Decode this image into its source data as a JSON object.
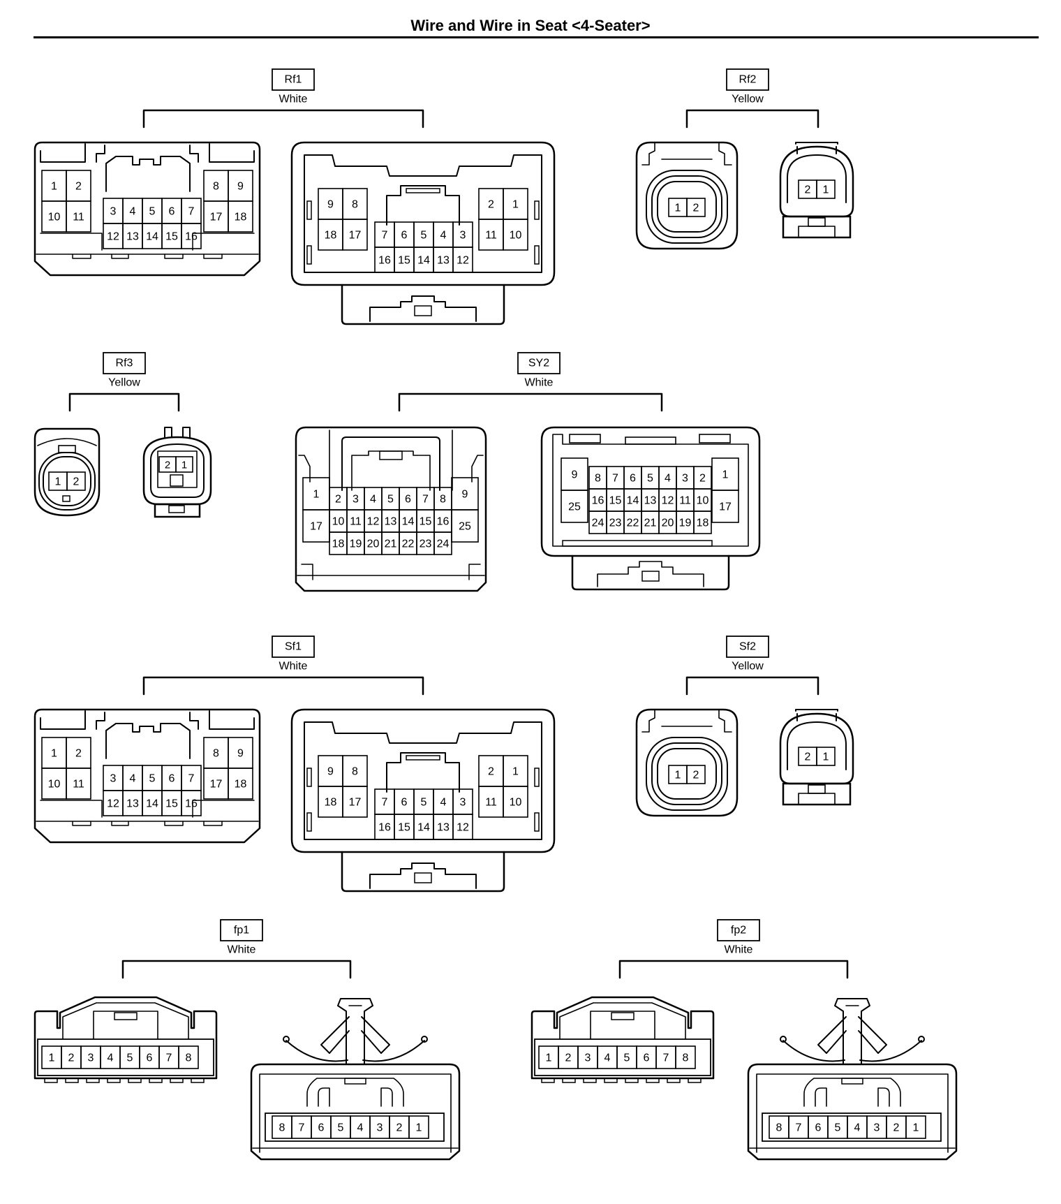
{
  "title": "Wire and Wire in Seat <4-Seater>",
  "colors": {
    "line": "#000000",
    "background": "#ffffff"
  },
  "connectors": {
    "rf1": {
      "code": "Rf1",
      "color": "White",
      "left": {
        "rows": [
          [
            "1",
            "2",
            "8",
            "9"
          ],
          [
            "10",
            "11",
            "17",
            "18"
          ]
        ],
        "center": [
          [
            "3",
            "4",
            "5",
            "6",
            "7"
          ],
          [
            "12",
            "13",
            "14",
            "15",
            "16"
          ]
        ]
      },
      "right": {
        "rows": [
          [
            "9",
            "8",
            "2",
            "1"
          ],
          [
            "18",
            "17",
            "11",
            "10"
          ]
        ],
        "center": [
          [
            "7",
            "6",
            "5",
            "4",
            "3"
          ],
          [
            "16",
            "15",
            "14",
            "13",
            "12"
          ]
        ]
      }
    },
    "rf2": {
      "code": "Rf2",
      "color": "Yellow",
      "left": [
        "1",
        "2"
      ],
      "right": [
        "2",
        "1"
      ]
    },
    "rf3": {
      "code": "Rf3",
      "color": "Yellow",
      "left": [
        "1",
        "2"
      ],
      "right": [
        "2",
        "1"
      ]
    },
    "sy2": {
      "code": "SY2",
      "color": "White",
      "left": {
        "side_l": [
          "1",
          "17"
        ],
        "rows": [
          [
            "2",
            "3",
            "4",
            "5",
            "6",
            "7",
            "8"
          ],
          [
            "10",
            "11",
            "12",
            "13",
            "14",
            "15",
            "16"
          ],
          [
            "18",
            "19",
            "20",
            "21",
            "22",
            "23",
            "24"
          ]
        ],
        "side_r": [
          "9",
          "25"
        ]
      },
      "right": {
        "side_l": [
          "9",
          "25"
        ],
        "rows": [
          [
            "8",
            "7",
            "6",
            "5",
            "4",
            "3",
            "2"
          ],
          [
            "16",
            "15",
            "14",
            "13",
            "12",
            "11",
            "10"
          ],
          [
            "24",
            "23",
            "22",
            "21",
            "20",
            "19",
            "18"
          ]
        ],
        "side_r": [
          "1",
          "17"
        ]
      }
    },
    "sf1": {
      "code": "Sf1",
      "color": "White",
      "left": {
        "rows": [
          [
            "1",
            "2",
            "8",
            "9"
          ],
          [
            "10",
            "11",
            "17",
            "18"
          ]
        ],
        "center": [
          [
            "3",
            "4",
            "5",
            "6",
            "7"
          ],
          [
            "12",
            "13",
            "14",
            "15",
            "16"
          ]
        ]
      },
      "right": {
        "rows": [
          [
            "9",
            "8",
            "2",
            "1"
          ],
          [
            "18",
            "17",
            "11",
            "10"
          ]
        ],
        "center": [
          [
            "7",
            "6",
            "5",
            "4",
            "3"
          ],
          [
            "16",
            "15",
            "14",
            "13",
            "12"
          ]
        ]
      }
    },
    "sf2": {
      "code": "Sf2",
      "color": "Yellow",
      "left": [
        "1",
        "2"
      ],
      "right": [
        "2",
        "1"
      ]
    },
    "fp1": {
      "code": "fp1",
      "color": "White",
      "left": [
        "1",
        "2",
        "3",
        "4",
        "5",
        "6",
        "7",
        "8"
      ],
      "right": [
        "8",
        "7",
        "6",
        "5",
        "4",
        "3",
        "2",
        "1"
      ]
    },
    "fp2": {
      "code": "fp2",
      "color": "White",
      "left": [
        "1",
        "2",
        "3",
        "4",
        "5",
        "6",
        "7",
        "8"
      ],
      "right": [
        "8",
        "7",
        "6",
        "5",
        "4",
        "3",
        "2",
        "1"
      ]
    }
  }
}
